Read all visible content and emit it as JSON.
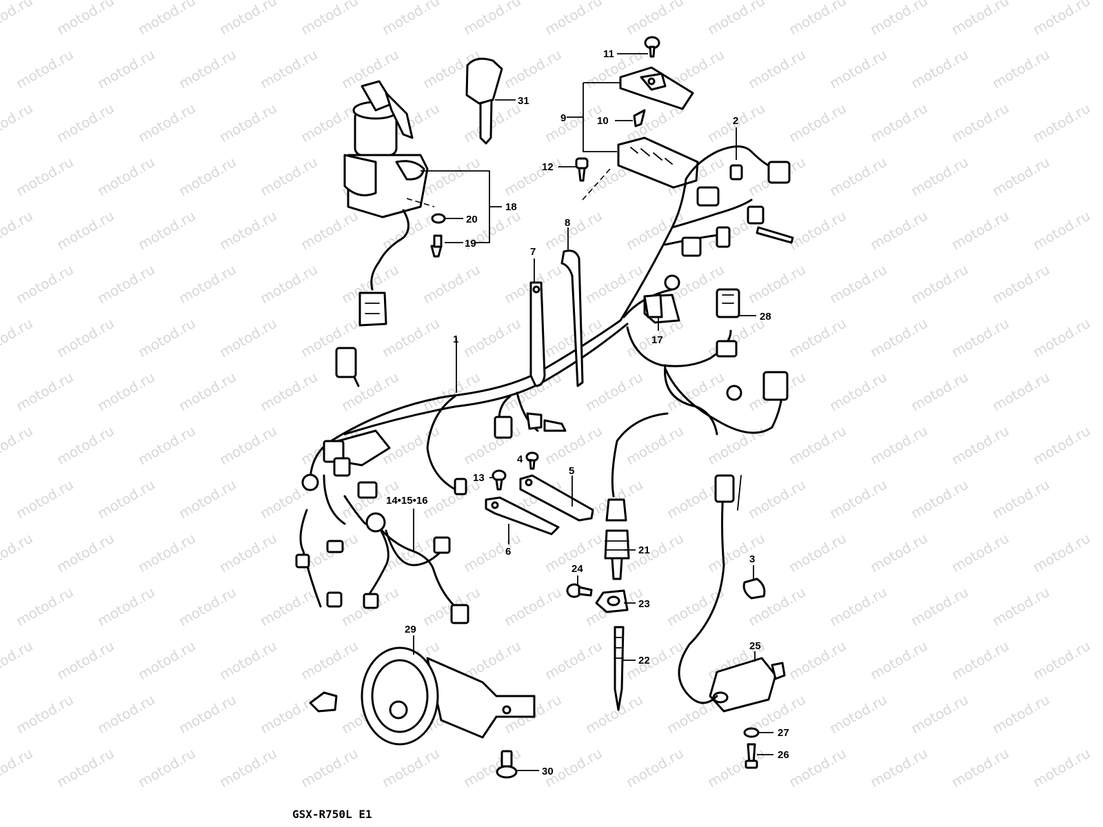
{
  "watermark": "motod.ru",
  "model_label": "GSX-R750L  E1",
  "callouts": {
    "c1": "1",
    "c2": "2",
    "c3": "3",
    "c4": "4",
    "c5": "5",
    "c6": "6",
    "c7": "7",
    "c8": "8",
    "c9": "9",
    "c10": "10",
    "c11": "11",
    "c12": "12",
    "c13": "13",
    "c14_16": "14•15•16",
    "c17": "17",
    "c18": "18",
    "c19": "19",
    "c20": "20",
    "c21": "21",
    "c22": "22",
    "c23": "23",
    "c24": "24",
    "c25": "25",
    "c26": "26",
    "c27": "27",
    "c28": "28",
    "c29": "29",
    "c30": "30",
    "c31": "31"
  }
}
